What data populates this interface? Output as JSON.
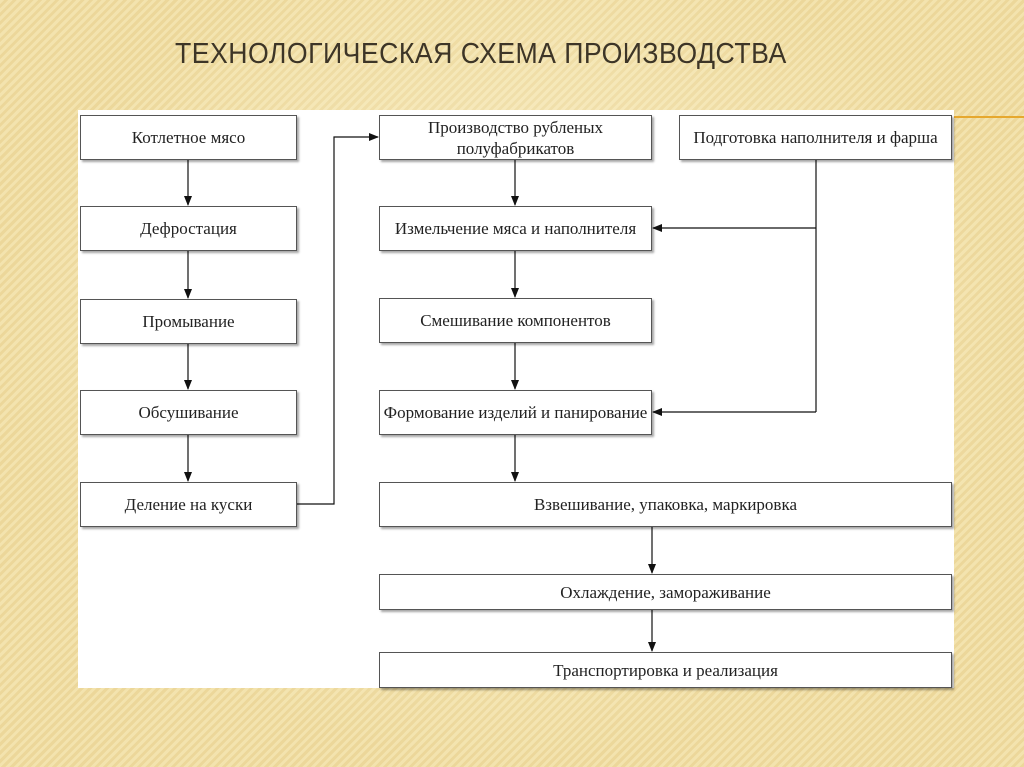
{
  "slide": {
    "title": "ТЕХНОЛОГИЧЕСКАЯ СХЕМА ПРОИЗВОДСТВА"
  },
  "diagram": {
    "left_column": [
      "Котлетное мясо",
      "Дефростация",
      "Промывание",
      "Обсушивание",
      "Деление на куски"
    ],
    "main_column": [
      "Производство рубленых полуфабрикатов",
      "Измельчение мяса и наполнителя",
      "Смешивание компонентов",
      "Формование изделий и панирование",
      "Взвешивание, упаковка, маркировка",
      "Охлаждение, замораживание",
      "Транспортировка и реализация"
    ],
    "side_box": "Подготовка наполнителя и фарша"
  },
  "colors": {
    "accent": "#e6a82e",
    "box_border": "#555555",
    "title_text": "#3d3527"
  }
}
